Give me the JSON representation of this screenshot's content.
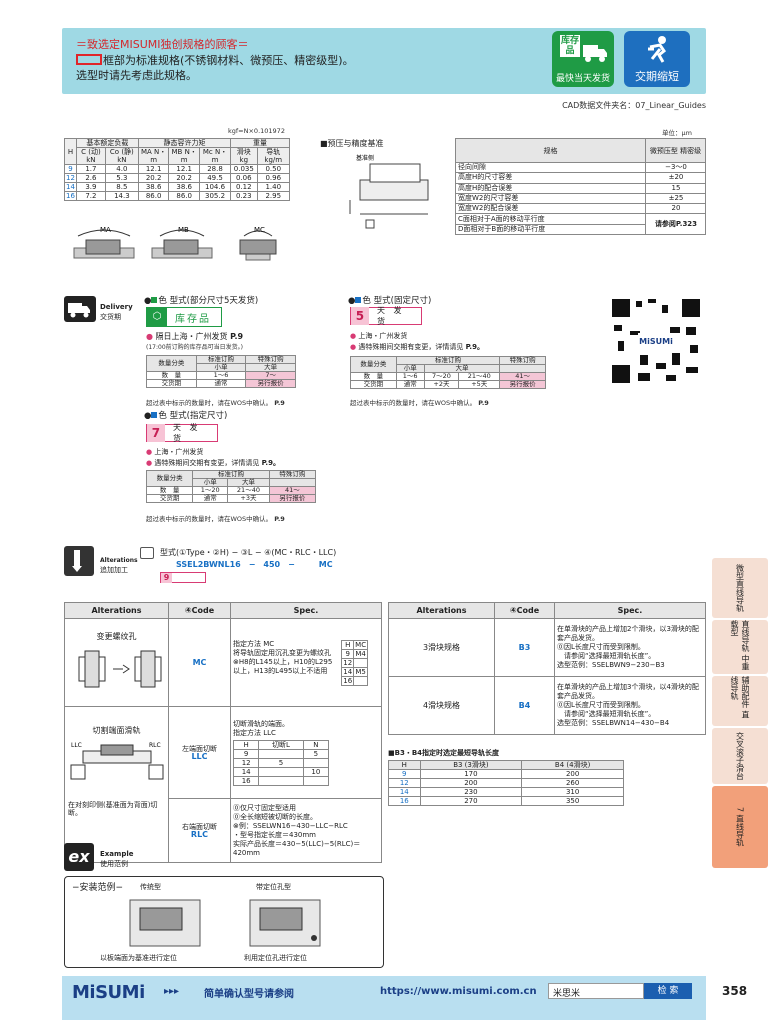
{
  "header": {
    "line1": "＝致选定MISUMI独创规格的顾客＝",
    "line2": "框部为标准规格(不锈钢材料、微预压、精密级型)。",
    "line3": "选型时请先考虑此规格。",
    "badge1_top": "库存品",
    "badge1_label": "最快当天发货",
    "badge2_label": "交期缩短"
  },
  "cad": "CAD数据文件夹名：07_Linear_Guides",
  "kgf": "kgf=N×0.101972",
  "unit": "单位：μm",
  "load_table": {
    "h_header": "H",
    "group1": "基本额定负载",
    "group2": "静态容许力矩",
    "group3": "重量",
    "sub": [
      "C (动) kN",
      "Co (静) kN",
      "MA N・m",
      "MB N・m",
      "Mc N・m",
      "滑块 kg",
      "导轨 kg/m"
    ],
    "rows": [
      [
        "9",
        "1.7",
        "4.0",
        "12.1",
        "12.1",
        "28.8",
        "0.035",
        "0.50"
      ],
      [
        "12",
        "2.6",
        "5.3",
        "20.2",
        "20.2",
        "49.5",
        "0.06",
        "0.96"
      ],
      [
        "14",
        "3.9",
        "8.5",
        "38.6",
        "38.6",
        "104.6",
        "0.12",
        "1.40"
      ],
      [
        "16",
        "7.2",
        "14.3",
        "86.0",
        "86.0",
        "305.2",
        "0.23",
        "2.95"
      ]
    ],
    "moments": [
      "MA",
      "MB",
      "MC"
    ]
  },
  "precision": {
    "title": "■预压与精度基准",
    "ref": "基准侧",
    "col1": "规格",
    "col2": "微预压型 精密级",
    "rows": [
      [
        "径向间隙",
        "−3〜0"
      ],
      [
        "高度H的尺寸容差",
        "±20"
      ],
      [
        "高度H的配合误差",
        "15"
      ],
      [
        "宽度W2的尺寸容差",
        "±25"
      ],
      [
        "宽度W2的配合误差",
        "20"
      ],
      [
        "C面相对于A面的移动平行度",
        "请参阅P.323"
      ],
      [
        "D面相对于B面的移动平行度",
        ""
      ]
    ]
  },
  "delivery": {
    "title": "Delivery",
    "title_cn": "交货期",
    "sec1": {
      "title": "色 型式(部分尺寸5天发货)",
      "stock": "库存品",
      "note1": "隔日上海・广州发货",
      "page1": "P.9",
      "note2": "(17:00前订购的库存品可当日发货。)",
      "cols": [
        "数量分类",
        "标准订购",
        "特殊订购"
      ],
      "sub": [
        "小单",
        "大单"
      ],
      "row1": [
        "数　量",
        "1〜6",
        "7〜"
      ],
      "row2": [
        "交货期",
        "通常",
        "另行报价"
      ],
      "foot": "超过表中标示的数量时，请在WOS中确认。",
      "foot_p": "P.9"
    },
    "sec2": {
      "title": "色 型式(固定尺寸)",
      "day": "5",
      "day_label": "天 发 货",
      "city": "上海・广州发货",
      "note": "遇特殊期间交期有变更，详情请见",
      "page": "P.9。",
      "cols": [
        "数量分类",
        "标准订购",
        "特殊订购"
      ],
      "sub": [
        "小单",
        "大单"
      ],
      "row1": [
        "数　量",
        "1〜6",
        "7〜20",
        "21〜40",
        "41〜"
      ],
      "row2": [
        "交货期",
        "通常",
        "+2天",
        "+5天",
        "另行报价"
      ],
      "foot": "超过表中标示的数量时，请在WOS中确认。",
      "foot_p": "P.9"
    },
    "sec3": {
      "title": "色 型式(指定尺寸)",
      "day": "7",
      "day_label": "天 发 货",
      "city": "上海・广州发货",
      "note": "遇特殊期间交期有变更，详情请见",
      "page": "P.9。",
      "cols": [
        "数量分类",
        "标准订购",
        "特殊订购"
      ],
      "sub": [
        "小单",
        "大单"
      ],
      "row1": [
        "数　量",
        "1〜20",
        "21〜40",
        "41〜"
      ],
      "row2": [
        "交货期",
        "通常",
        "+3天",
        "另行报价"
      ],
      "foot": "超过表中标示的数量时，请在WOS中确认。",
      "foot_p": "P.9"
    }
  },
  "alterations": {
    "title": "Alterations",
    "title_cn": "追加加工",
    "formula": "型式(①Type・②H) − ③L − ④(MC・RLC・LLC)",
    "example": "SSEL2BWNL16　−　450　−　　　MC",
    "day": "9",
    "left": {
      "h1": "Alterations",
      "h2": "④Code",
      "h3": "Spec.",
      "r1": {
        "name": "变更螺纹孔",
        "code": "MC",
        "spec": "指定方法 MC\n将导轨固定用沉孔变更为螺纹孔\n⊗H8的L145以上，H10的L295以上，H13的L495以上不适用",
        "sub": [
          [
            "H",
            "MC"
          ],
          [
            "9",
            "M4"
          ],
          [
            "12",
            ""
          ],
          [
            "14",
            "M5"
          ],
          [
            "16",
            ""
          ]
        ]
      },
      "r2": {
        "name": "切割端面滑轨",
        "code_a": "左端面切断",
        "code_a2": "LLC",
        "code_b": "右端面切断",
        "code_b2": "RLC",
        "spec_a": "切断滑轨的端面。\n指定方法 LLC",
        "spec_b": "⓪仅尺寸固定型适用\n⓪全长缩短被切断的长度。\n⊗例：SSELWN16−430−LLC−RLC\n・型号指定长度＝430mm\n实际产品长度＝430−5(LLC)−5(RLC)＝420mm",
        "sub": [
          [
            "H",
            "切断L",
            "N"
          ],
          [
            "9",
            "",
            "5"
          ],
          [
            "12",
            "5",
            ""
          ],
          [
            "14",
            "",
            "10"
          ],
          [
            "16",
            "",
            ""
          ]
        ]
      },
      "note": "在对刻印侧(基准面为背面)切断。",
      "llc": "LLC",
      "rlc": "RLC"
    },
    "right": {
      "h1": "Alterations",
      "h2": "④Code",
      "h3": "Spec.",
      "r1": {
        "name": "3滑块规格",
        "code": "B3",
        "spec": "在单滑块的产品上增加2个滑块，以3滑块的配套产品发货。\n⓪因L长度尺寸而受到限制。\n　请参阅“选择最短滑轨长度”。\n选型范例：SSELBWN9−230−B3"
      },
      "r2": {
        "name": "4滑块规格",
        "code": "B4",
        "spec": "在单滑块的产品上增加3个滑块，以4滑块的配套产品发货。\n⓪因L长度尺寸而受到限制。\n　请参阅“选择最短滑轨长度”。\n选型范例：SSELBWN14−430−B4"
      }
    },
    "min_title": "■B3・B4指定时选定最短导轨长度",
    "min_cols": [
      "H",
      "B3 (3滑块)",
      "B4 (4滑块)"
    ],
    "min_rows": [
      [
        "9",
        "170",
        "200"
      ],
      [
        "12",
        "200",
        "260"
      ],
      [
        "14",
        "230",
        "310"
      ],
      [
        "16",
        "270",
        "350"
      ]
    ]
  },
  "example": {
    "title": "Example",
    "title_cn": "使用范例",
    "box_title": "−安装范例−",
    "a": "传统型",
    "b": "带定位孔型",
    "cap_a": "以板端面为基准进行定位",
    "cap_b": "利用定位孔进行定位"
  },
  "side_tabs": [
    "微型直线导轨",
    "直线导轨 中重载型",
    "辅助配件 直线导轨",
    "交叉滚子滑台",
    "7 直线导轨"
  ],
  "footer": {
    "logo": "MiSUMi",
    "arrows": "▸▸▸",
    "slogan": "简单确认型号请参阅",
    "url": "https://www.misumi.com.cn",
    "search_value": "米思米",
    "search_btn": "检 索",
    "page": "358"
  },
  "colors": {
    "header_bg": "#9fd9e4",
    "accent_blue": "#1870c4",
    "pink": "#f4c6d6",
    "green": "#1f9b45"
  }
}
